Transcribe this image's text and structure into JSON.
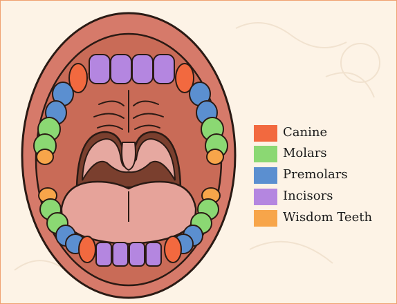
{
  "legend": {
    "items": [
      {
        "label": "Canine",
        "color": "#f2693f"
      },
      {
        "label": "Molars",
        "color": "#8bd873"
      },
      {
        "label": "Premolars",
        "color": "#5b8fd0"
      },
      {
        "label": "Incisors",
        "color": "#b486e0"
      },
      {
        "label": "Wisdom Teeth",
        "color": "#f7a54a"
      }
    ]
  },
  "colors": {
    "background": "#fdf3e6",
    "lips": "#d67a6a",
    "mouth_interior": "#c96b57",
    "throat": "#7a3f2e",
    "tongue": "#e6a39a",
    "outline": "#2a1a14"
  }
}
